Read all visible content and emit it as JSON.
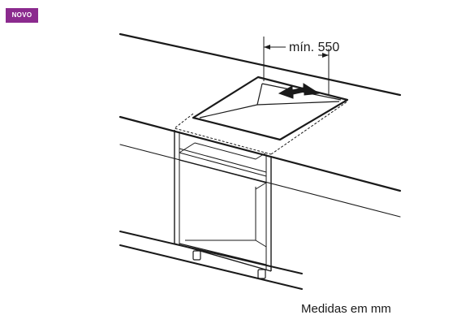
{
  "badge": {
    "label": "NOVO",
    "color": "#8b2a8e"
  },
  "diagram": {
    "dimension_label": "mín. 550",
    "units_note": "Medidas em mm",
    "line_color": "#1a1a1a"
  }
}
